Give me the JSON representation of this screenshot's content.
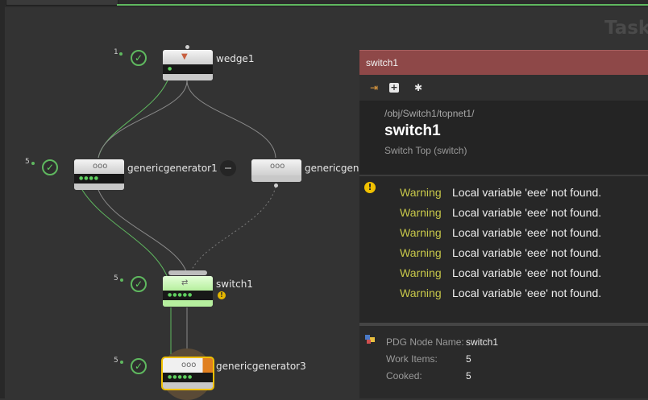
{
  "header": {
    "task_title": "Task"
  },
  "network": {
    "nodes": [
      {
        "id": "wedge",
        "label": "wedge1",
        "work_items": "1",
        "status": "cooked"
      },
      {
        "id": "gen1",
        "label": "genericgenerator1",
        "work_items": "5",
        "status": "cooked"
      },
      {
        "id": "gen2",
        "label": "genericgene",
        "work_items": "",
        "status": "bypassed"
      },
      {
        "id": "switch",
        "label": "switch1",
        "work_items": "5",
        "status": "cooked-warning"
      },
      {
        "id": "gen3",
        "label": "genericgenerator3",
        "work_items": "5",
        "status": "cooked"
      }
    ]
  },
  "panel": {
    "header_title": "switch1",
    "toolbar": {
      "pin_icon": "pin-icon",
      "add_icon": "add-icon",
      "debug_icon": "bug-icon"
    },
    "node_path": "/obj/Switch1/topnet1/",
    "node_name": "switch1",
    "node_type": "Switch Top (switch)",
    "warnings": [
      {
        "level": "Warning",
        "message": "Local variable 'eee' not found."
      },
      {
        "level": "Warning",
        "message": "Local variable 'eee' not found."
      },
      {
        "level": "Warning",
        "message": "Local variable 'eee' not found."
      },
      {
        "level": "Warning",
        "message": "Local variable 'eee' not found."
      },
      {
        "level": "Warning",
        "message": "Local variable 'eee' not found."
      },
      {
        "level": "Warning",
        "message": "Local variable 'eee' not found."
      }
    ],
    "properties": {
      "pdg_node_name_label": "PDG Node Name:",
      "pdg_node_name": "switch1",
      "work_items_label": "Work Items:",
      "work_items": "5",
      "cooked_label": "Cooked:",
      "cooked": "5"
    }
  },
  "colors": {
    "panel_header": "#8e4848",
    "warning_text": "#c8c84a",
    "wire_selected": "#5fb85f",
    "selection": "#f0c000"
  }
}
